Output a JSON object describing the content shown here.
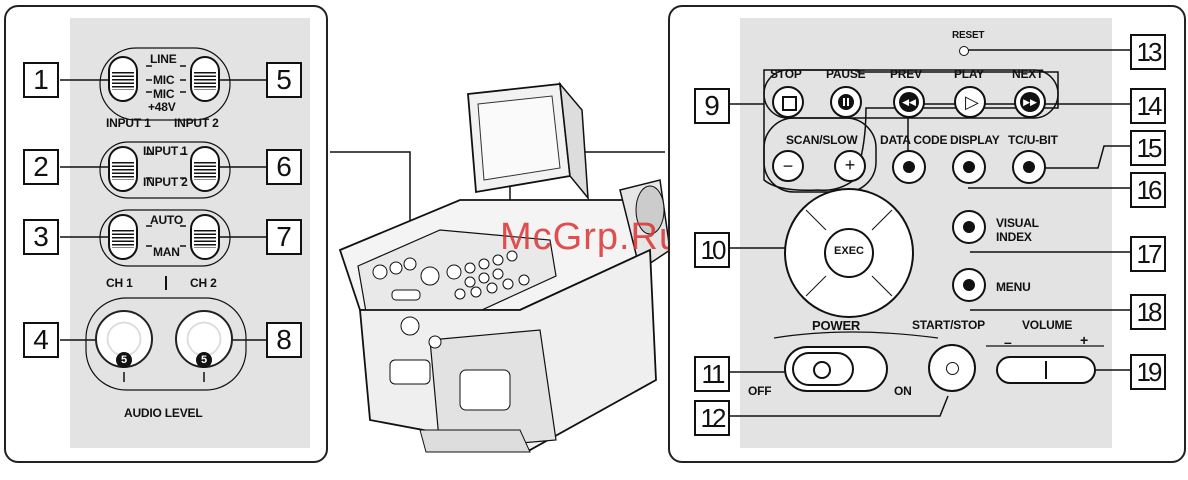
{
  "watermark": "McGrp.Ru",
  "callouts": [
    "1",
    "2",
    "3",
    "4",
    "5",
    "6",
    "7",
    "8",
    "9",
    "10",
    "11",
    "12",
    "13",
    "14",
    "15",
    "16",
    "17",
    "18",
    "19"
  ],
  "left": {
    "switch_labels": {
      "line": "LINE",
      "mic": "MIC",
      "mic48": "MIC",
      "plus48": "+48V",
      "input1": "INPUT 1",
      "input2": "INPUT 2",
      "sel_input1": "INPUT 1",
      "sel_input2": "INPUT 2",
      "auto": "AUTO",
      "man": "MAN",
      "ch1": "CH 1",
      "ch2": "CH 2",
      "audio_level": "AUDIO LEVEL",
      "knob_mark": "5"
    }
  },
  "right": {
    "reset": "RESET",
    "stop": "STOP",
    "pause": "PAUSE",
    "prev": "PREV",
    "play": "PLAY",
    "next": "NEXT",
    "scan_slow": "SCAN/SLOW",
    "data_code": "DATA CODE",
    "display": "DISPLAY",
    "tc_ubit": "TC/U-BIT",
    "exec": "EXEC",
    "visual": "VISUAL",
    "index": "INDEX",
    "menu": "MENU",
    "power": "POWER",
    "start_stop": "START/STOP",
    "volume": "VOLUME",
    "off": "OFF",
    "on": "ON",
    "vol_minus": "–",
    "vol_plus": "+"
  }
}
